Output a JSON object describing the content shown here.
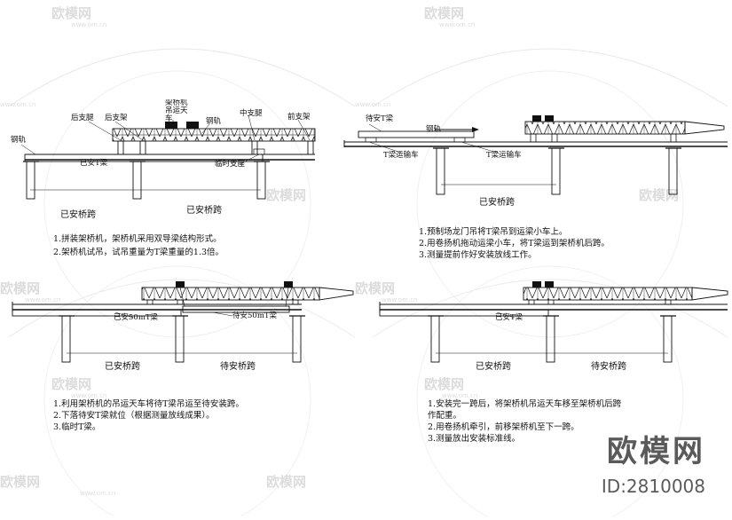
{
  "watermark": {
    "text": "欧模网",
    "url": "www.om.cn"
  },
  "brand": {
    "name": "欧模网",
    "id": "ID:2810008"
  },
  "panel1": {
    "labels": {
      "rail": "钢轨",
      "rear_leg": "后支腿",
      "rear_frame": "后支架",
      "trolley": "架桥机吊运天车",
      "steel_rail": "钢轨",
      "mid_leg": "中支腿",
      "front_frame": "前支架",
      "installed_beam": "已安T梁",
      "temp_support": "临时支座"
    },
    "spans": [
      "已安桥跨",
      "已安桥跨"
    ],
    "notes": [
      "1.拼装架桥机，架桥机采用双导梁结构形式。",
      "2.架桥机试吊，试吊重量为T梁重量的1.3倍。"
    ]
  },
  "panel2": {
    "labels": {
      "pending_beam": "待安T梁",
      "rail": "钢轨",
      "transport_car_1": "T梁运输车",
      "transport_car_2": "T梁运输车"
    },
    "spans": [
      "已安桥跨"
    ],
    "notes": [
      "1.预制场龙门吊将T梁吊到运梁小车上。",
      "2.用卷扬机拖动运梁小车，将T梁运到架桥机后跨。",
      "3.测量提前作好安装放线工作。"
    ]
  },
  "panel3": {
    "labels": {
      "installed_beam": "已安50mT梁",
      "pending_beam": "待安50mT梁"
    },
    "spans": [
      "已安桥跨",
      "待安桥跨"
    ],
    "notes": [
      "1.利用架桥机的吊运天车将待T梁吊运至待安装跨。",
      "2.下落待安T梁就位（根据测量放线成果）。",
      "3.临时T梁。"
    ]
  },
  "panel4": {
    "labels": {
      "installed_beam": "已安T梁"
    },
    "spans": [
      "已安桥跨",
      "待安桥跨"
    ],
    "notes": [
      "1.安装完一跨后，将架桥机吊运天车移至架桥机后跨",
      "作配重。",
      "2.用卷扬机牵引，前移架桥机至下一跨。",
      "3.测量放出安装标准线。"
    ]
  }
}
